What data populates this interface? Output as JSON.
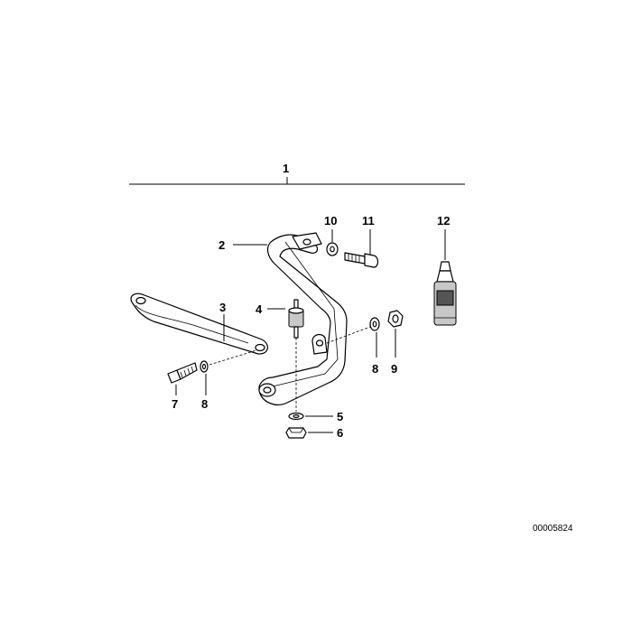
{
  "diagram": {
    "callouts": {
      "p1": "1",
      "p2": "2",
      "p3": "3",
      "p4": "4",
      "p5": "5",
      "p6": "6",
      "p7": "7",
      "p8a": "8",
      "p8b": "8",
      "p9": "9",
      "p10": "10",
      "p11": "11",
      "p12": "12"
    },
    "document_number": "00005824"
  }
}
